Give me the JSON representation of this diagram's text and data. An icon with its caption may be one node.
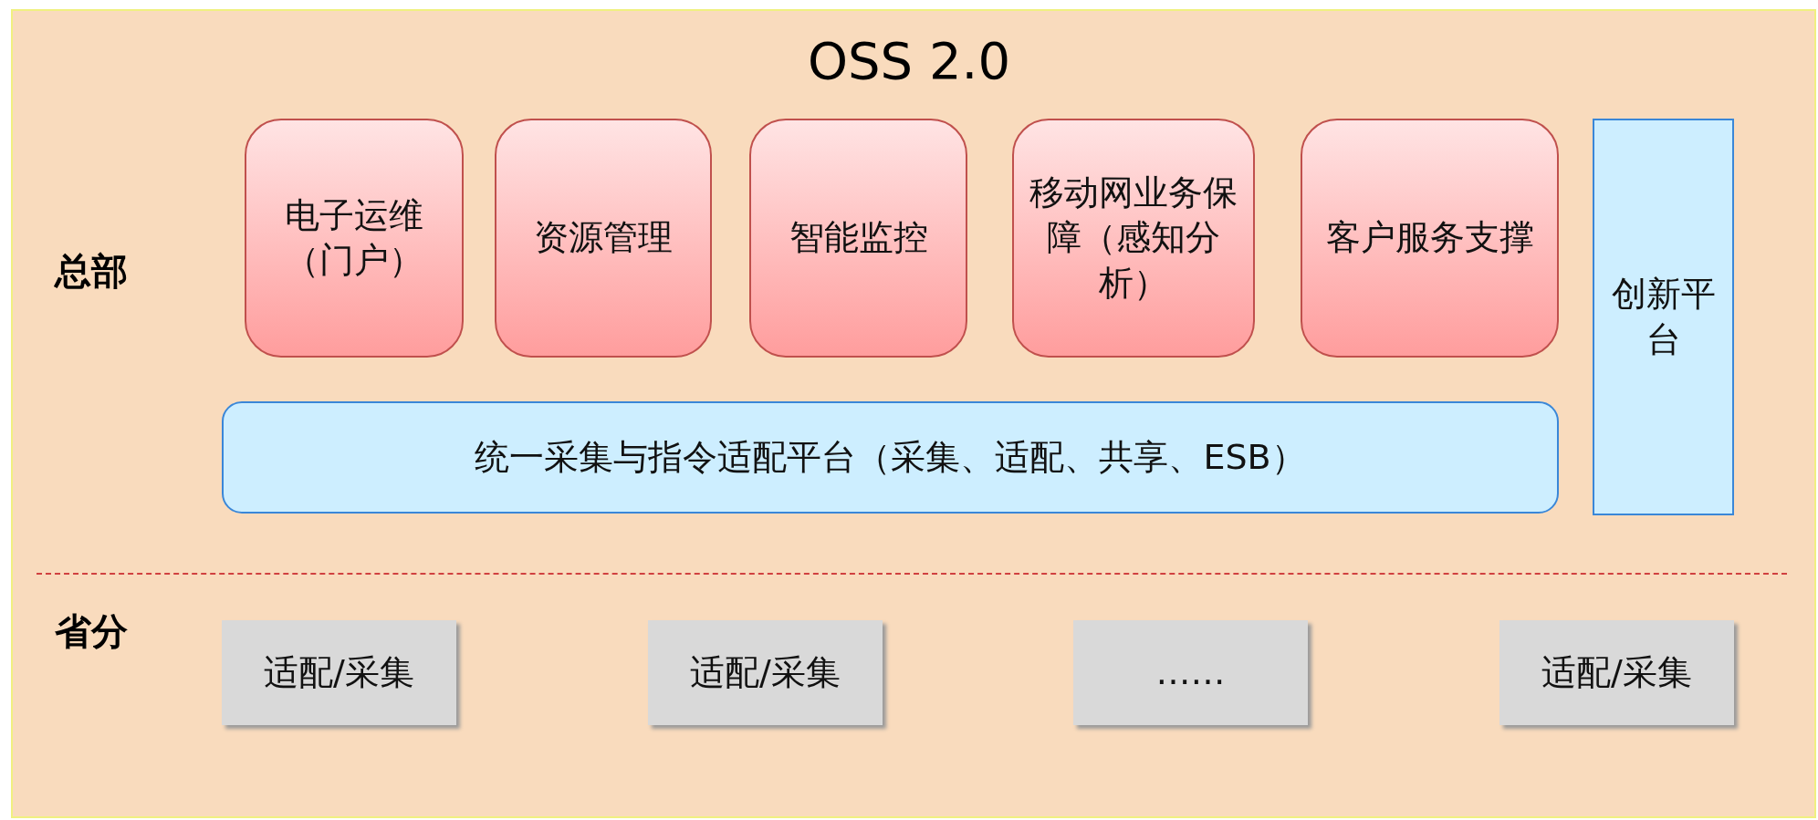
{
  "diagram": {
    "title": "OSS 2.0",
    "nodes": [
      {
        "text": [
          "电子运维（门户）"
        ]
      },
      {
        "text": [
          "资源管理"
        ]
      },
      {
        "text": [
          "智能监控"
        ]
      },
      {
        "text": [
          "移动网业务保障（感知分析）"
        ]
      },
      {
        "text": [
          "客户服务支撑"
        ]
      },
      {
        "text": [
          "统一采集与指令适配平台（采集、适配、共享、ESB）"
        ]
      },
      {
        "text": [
          "创新平台"
        ]
      },
      {
        "text": [
          "适配/采集"
        ]
      },
      {
        "text": [
          "适配/采集"
        ]
      },
      {
        "text": [
          "……"
        ]
      },
      {
        "text": [
          "适配/采集"
        ]
      }
    ],
    "labels": [
      "总部",
      "省分"
    ]
  }
}
